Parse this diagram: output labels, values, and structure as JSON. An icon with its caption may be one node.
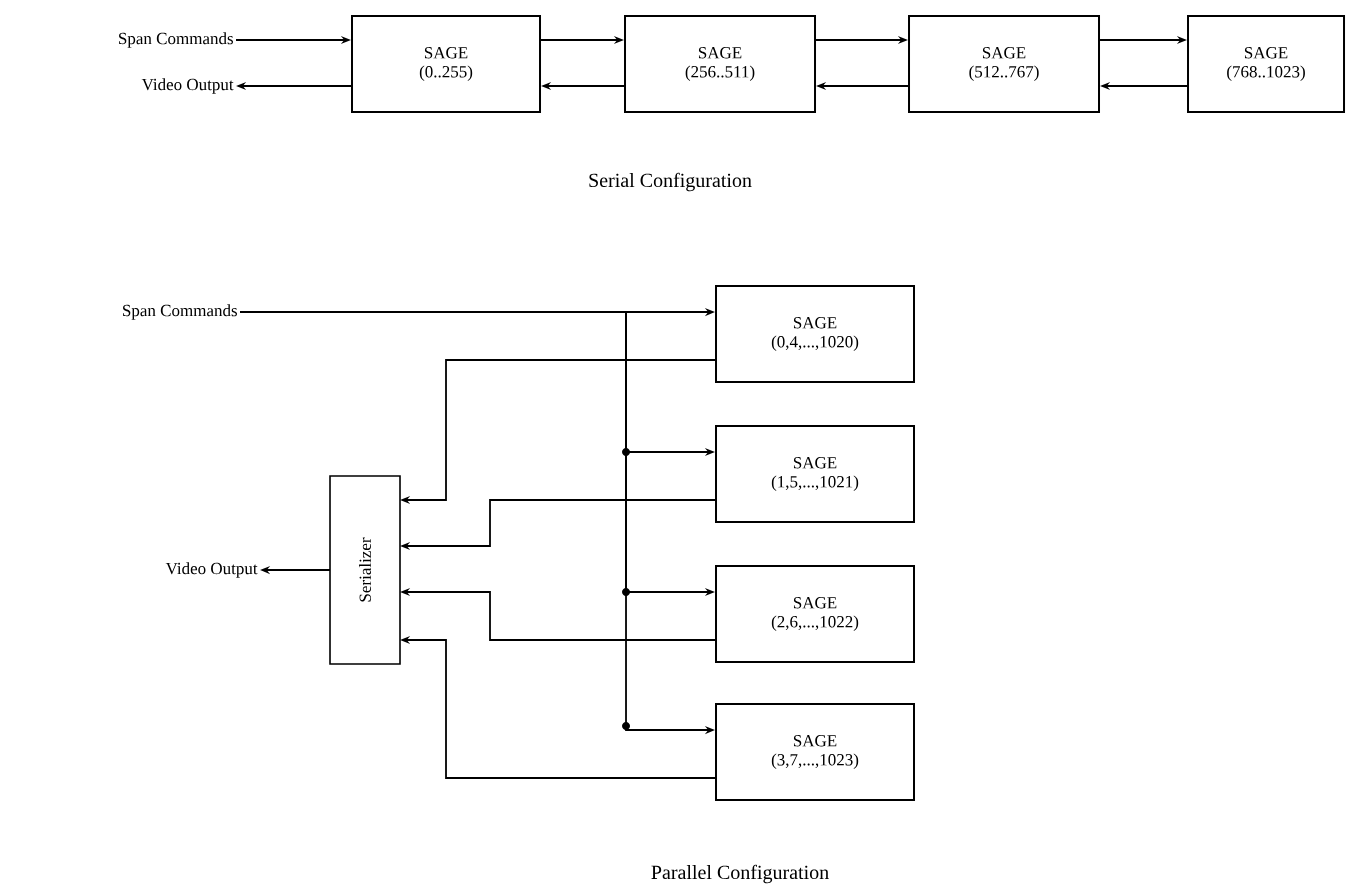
{
  "diagram": {
    "nodes": [
      {
        "text": [
          "Span Commands"
        ]
      },
      {
        "text": [
          "Video Output"
        ]
      },
      {
        "text": [
          "SAGE",
          "(0..255)"
        ]
      },
      {
        "text": [
          "SAGE",
          "(256..511)"
        ]
      },
      {
        "text": [
          "SAGE",
          "(512..767)"
        ]
      },
      {
        "text": [
          "SAGE",
          "(768..1023)"
        ]
      },
      {
        "text": [
          "Span Commands"
        ]
      },
      {
        "text": [
          "Video Output"
        ]
      },
      {
        "text": [
          "Serializer"
        ]
      },
      {
        "text": [
          "SAGE",
          "(0,4,...,1020)"
        ]
      },
      {
        "text": [
          "SAGE",
          "(1,5,...,1021)"
        ]
      },
      {
        "text": [
          "SAGE",
          "(2,6,...,1022)"
        ]
      },
      {
        "text": [
          "SAGE",
          "(3,7,...,1023)"
        ]
      }
    ],
    "edges": [
      {
        "from": 0,
        "to": 2,
        "arrow": "to"
      },
      {
        "from": 2,
        "to": 3,
        "arrow": "to"
      },
      {
        "from": 3,
        "to": 4,
        "arrow": "to"
      },
      {
        "from": 4,
        "to": 5,
        "arrow": "to"
      },
      {
        "from": 5,
        "to": 4,
        "arrow": "to"
      },
      {
        "from": 4,
        "to": 3,
        "arrow": "to"
      },
      {
        "from": 3,
        "to": 2,
        "arrow": "to"
      },
      {
        "from": 2,
        "to": 1,
        "arrow": "to"
      },
      {
        "from": 6,
        "to": 9,
        "arrow": "to"
      },
      {
        "from": 6,
        "to": 10,
        "arrow": "to"
      },
      {
        "from": 6,
        "to": 11,
        "arrow": "to"
      },
      {
        "from": 6,
        "to": 12,
        "arrow": "to"
      },
      {
        "from": 9,
        "to": 8,
        "arrow": "to"
      },
      {
        "from": 10,
        "to": 8,
        "arrow": "to"
      },
      {
        "from": 11,
        "to": 8,
        "arrow": "to"
      },
      {
        "from": 12,
        "to": 8,
        "arrow": "to"
      },
      {
        "from": 8,
        "to": 7,
        "arrow": "to"
      }
    ],
    "labels": [
      "Serial Configuration",
      "Parallel Configuration"
    ]
  }
}
